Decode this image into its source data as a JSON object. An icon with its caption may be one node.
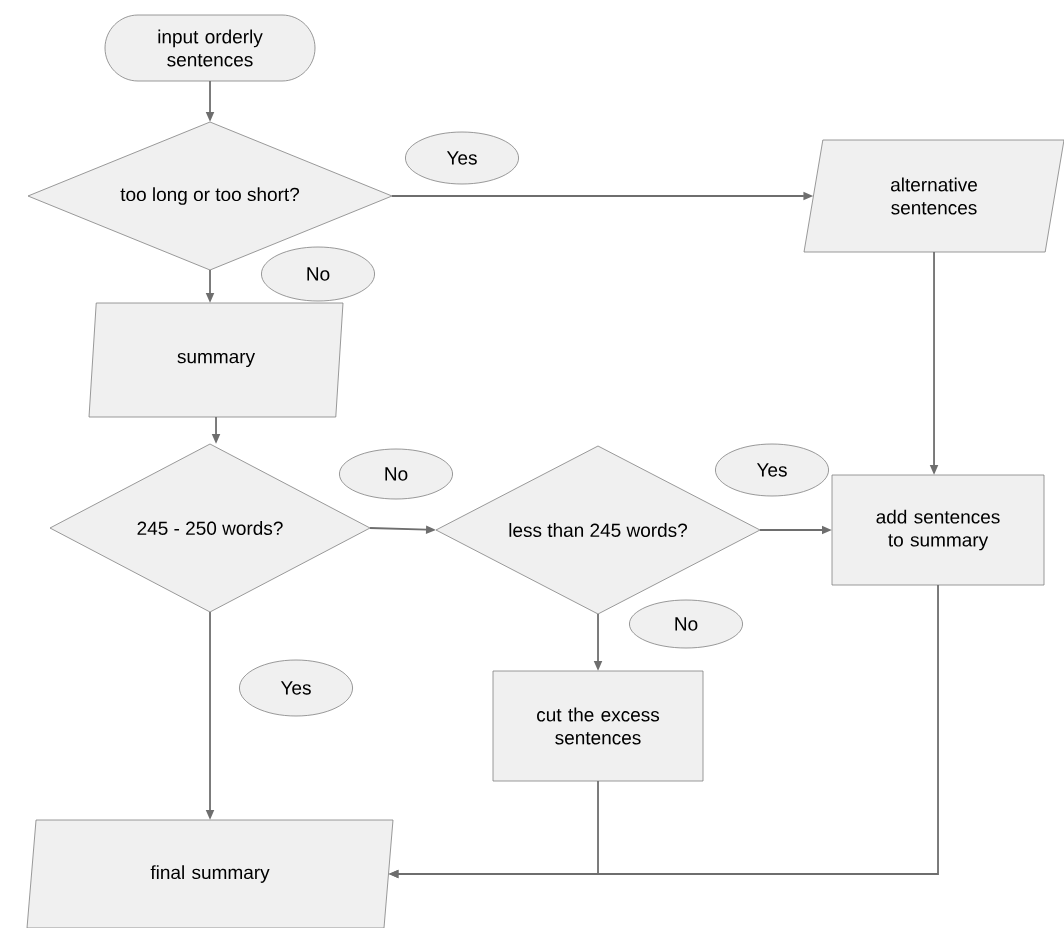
{
  "diagram": {
    "nodes": [
      {
        "text": [
          "input orderly sentences"
        ]
      },
      {
        "text": [
          "too long or too short?"
        ]
      },
      {
        "text": [
          "Yes"
        ]
      },
      {
        "text": [
          "alternative sentences"
        ]
      },
      {
        "text": [
          "No"
        ]
      },
      {
        "text": [
          "summary"
        ]
      },
      {
        "text": [
          "No"
        ]
      },
      {
        "text": [
          "245 - 250 words?"
        ]
      },
      {
        "text": [
          "less than 245 words?"
        ]
      },
      {
        "text": [
          "Yes"
        ]
      },
      {
        "text": [
          "add sentences to summary"
        ]
      },
      {
        "text": [
          "No"
        ]
      },
      {
        "text": [
          "Yes"
        ]
      },
      {
        "text": [
          "cut the excess sentences"
        ]
      },
      {
        "text": [
          "final summary"
        ]
      }
    ],
    "edges": [
      {
        "from": 0,
        "to": 1,
        "arrow": "to"
      },
      {
        "from": 1,
        "to": 3,
        "arrow": "to"
      },
      {
        "from": 1,
        "to": 5,
        "arrow": "to"
      },
      {
        "from": 5,
        "to": 7,
        "arrow": "to"
      },
      {
        "from": 7,
        "to": 8,
        "arrow": "to"
      },
      {
        "from": 8,
        "to": 10,
        "arrow": "to"
      },
      {
        "from": 3,
        "to": 10,
        "arrow": "to"
      },
      {
        "from": 7,
        "to": 14,
        "arrow": "to"
      },
      {
        "from": 8,
        "to": 13,
        "arrow": "to"
      },
      {
        "from": 13,
        "to": 14,
        "arrow": "to"
      },
      {
        "from": 10,
        "to": 14,
        "arrow": "to"
      }
    ]
  }
}
